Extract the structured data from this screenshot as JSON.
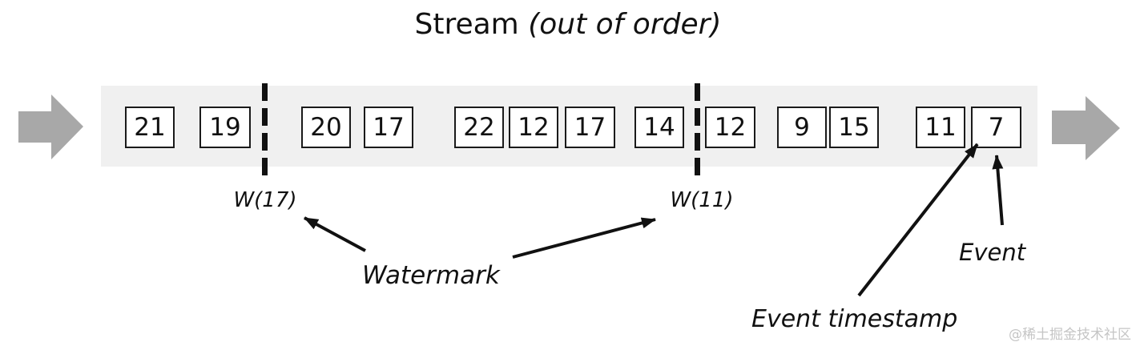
{
  "title": {
    "main": "Stream",
    "qualifier": "(out of order)"
  },
  "stream": {
    "direction": "left-to-right",
    "events": [
      {
        "value": "21"
      },
      {
        "value": "19"
      },
      {
        "value": "20"
      },
      {
        "value": "17"
      },
      {
        "value": "22"
      },
      {
        "value": "12"
      },
      {
        "value": "17"
      },
      {
        "value": "14"
      },
      {
        "value": "12"
      },
      {
        "value": "9"
      },
      {
        "value": "15"
      },
      {
        "value": "11"
      },
      {
        "value": "7"
      }
    ]
  },
  "watermarks": [
    {
      "label": "W(17)",
      "value": 17,
      "between_events": [
        "19",
        "20"
      ]
    },
    {
      "label": "W(11)",
      "value": 11,
      "between_events": [
        "14",
        "12"
      ]
    }
  ],
  "annotations": {
    "watermark_label": "Watermark",
    "event_label": "Event",
    "event_timestamp_label": "Event timestamp"
  },
  "footer": {
    "credit": "@稀土掘金技术社区"
  },
  "colors": {
    "band": "#f0f0f0",
    "flow_arrow": "#a8a8a8",
    "box_border": "#1a1a1a",
    "box_fill": "#ffffff",
    "text": "#111111",
    "credit_text": "#c5c5c5"
  }
}
